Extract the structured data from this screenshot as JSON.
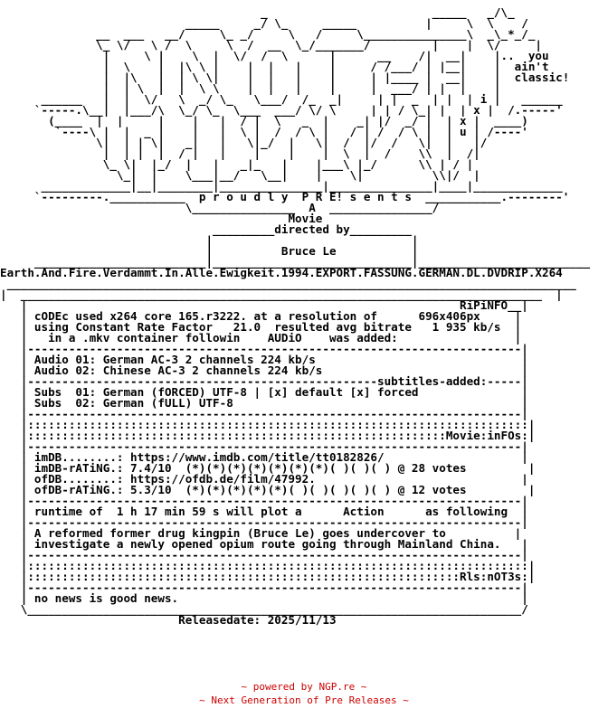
{
  "colors": {
    "text": "#000000",
    "footer": "#cc0000",
    "background": "#ffffff"
  },
  "nfo_lines": [
    "                                      _                        _____   _/\\_",
    "                           _____     _/ \\_     _____          |     \\  \\    /",
    "              __  ___   __/     \\_ _/     \\   /     \\_______________\\  _\\_*_/_",
    "              \\_ \\/   \\ /  \\     \\  /  __  \\_/_______/         |    |  \\/     |",
    "               |     \\ |    \\  |  \\/  /  \\      |      __    /|  __|    |..  you",
    "               |  \\    |  |\\ \\ |    |  |   |    |     / /___/ | |__|    |  ain't",
    "               |  |\\   |  | \\ \\|    |  |   |    |     | |____ |  __|    |  classic!",
    "               |  | \\  |  |  \\ \\    |  |   |    |     |  ___/ | |  |    |",
    "      ______   |  |  \\/   \\  _/ \\_   \\___/  /_  _|     | |  _  | |  | i |   ______",
    "     `-----.\\__|  |___/\\  \\_/ \\_  \\___  ___/ \\/ \\     | | / \\_| |  | x |  /.-----'",
    "       (____  |  |     |    |   |  / |  \\   _  |    _| |/  _/ |  | x |  ____)",
    "        `----\\ |  |  _ |    |   |  \\ |  /  / \\ |   / | /  / \\ |  | u | /----'",
    "              \\|  | | \\|   _|   |   \\|_/  |   \\|  /  |/  /   \\|  |   |/",
    "               |  | |  |  / |   |    |    |    |  \\  |  /    \\\\  |  /|",
    "               \\_ \\|  |_/  |   |   _|_   |    |___\\ |_/      \\\\ | / |",
    "                 \\_|  |    \\___|__/   \\__|    |    \\|          \\\\|/  |",
    "      _____________|__|________|_______________|_______________|____|_____________",
    "     `---------.___________  p r o u d l y  P R E! s e n t s  ___________.--------'",
    "                           \\_______________  A  _______________/",
    "                                          Movie",
    "                               _________directed by_________",
    "                              |                             |",
    "                              |          Bruce Le           |",
    "     _________________________|_____________________________|_________________________",
    "Earth.And.Fire.Verdammt.In.Alle.Ewigkeit.1994.EXPORT.FASSUNG.GERMAN.DL.DVDRIP.X264",
    " ___________________________________________________________________________________",
    "|  ____________________________________________________________________________  |",
    "   |                                                               RiPiNFO__|",
    "   | cODEc used x264 core 165.r3222. at a resolution of      696x406px     |",
    "   | using Constant Rate Factor   21.0  resulted avg bitrate   1 935 kb/s  |",
    "   |   in a .mkv container followin    AUDiO    was added:                 |",
    "   |------------------------------------------------------------------------|",
    "   | Audio 01: German AC-3 2 channels 224 kb/s                              |",
    "   | Audio 02: Chinese AC-3 2 channels 224 kb/s                             |",
    "   |---------------------------------------------------subtitles-added:-----|",
    "   | Subs  01: German (fORCED) UTF-8 | [x] default [x] forced               |",
    "   | Subs  02: German (fULL) UTF-8                                          |",
    "   |------------------------------------------------------------------------|",
    "   |:::::::::::::::::::::::::::::::::::::::::::::::::::::::::::::::::::::::::|",
    "   |:::::::::::::::::::::::::::::::::::::::::::::::::::::::::::::Movie:inFOs:|",
    "   |------------------------------------------------------------------------|",
    "   | imDB........: https://www.imdb.com/title/tt0182826/                    |",
    "   | imDB-rATiNG.: 7.4/10  (*)(*)(*)(*)(*)(*)(*)( )( )( ) @ 28 votes         |",
    "   | ofDB........: https://ofdb.de/film/47992.                              |",
    "   | ofDB-rATiNG.: 5.3/10  (*)(*)(*)(*)(*)( )( )( )( )( ) @ 12 votes         |",
    "   |------------------------------------------------------------------------|",
    "   | runtime of  1 h 17 min 59 s will plot a      Action      as following  |",
    "   |------------------------------------------------------------------------|",
    "   | A reformed former drug kingpin (Bruce Le) goes undercover to          |",
    "   | investigate a newly opened opium route going through Mainland China.   |",
    "   |------------------------------------------------------------------------|",
    "   |:::::::::::::::::::::::::::::::::::::::::::::::::::::::::::::::::::::::::|",
    "   |:::::::::::::::::::::::::::::::::::::::::::::::::::::::::::::::Rls:nOT3s:|",
    "   |------------------------------------------------------------------------|",
    "   | no news is good news.                                                  |",
    "   \\________________________________________________________________________/",
    "                          Releasedate: 2025/11/13"
  ],
  "footer": {
    "line1": "~ powered by NGP.re ~",
    "line2": "~ Next Generation of Pre Releases ~"
  }
}
